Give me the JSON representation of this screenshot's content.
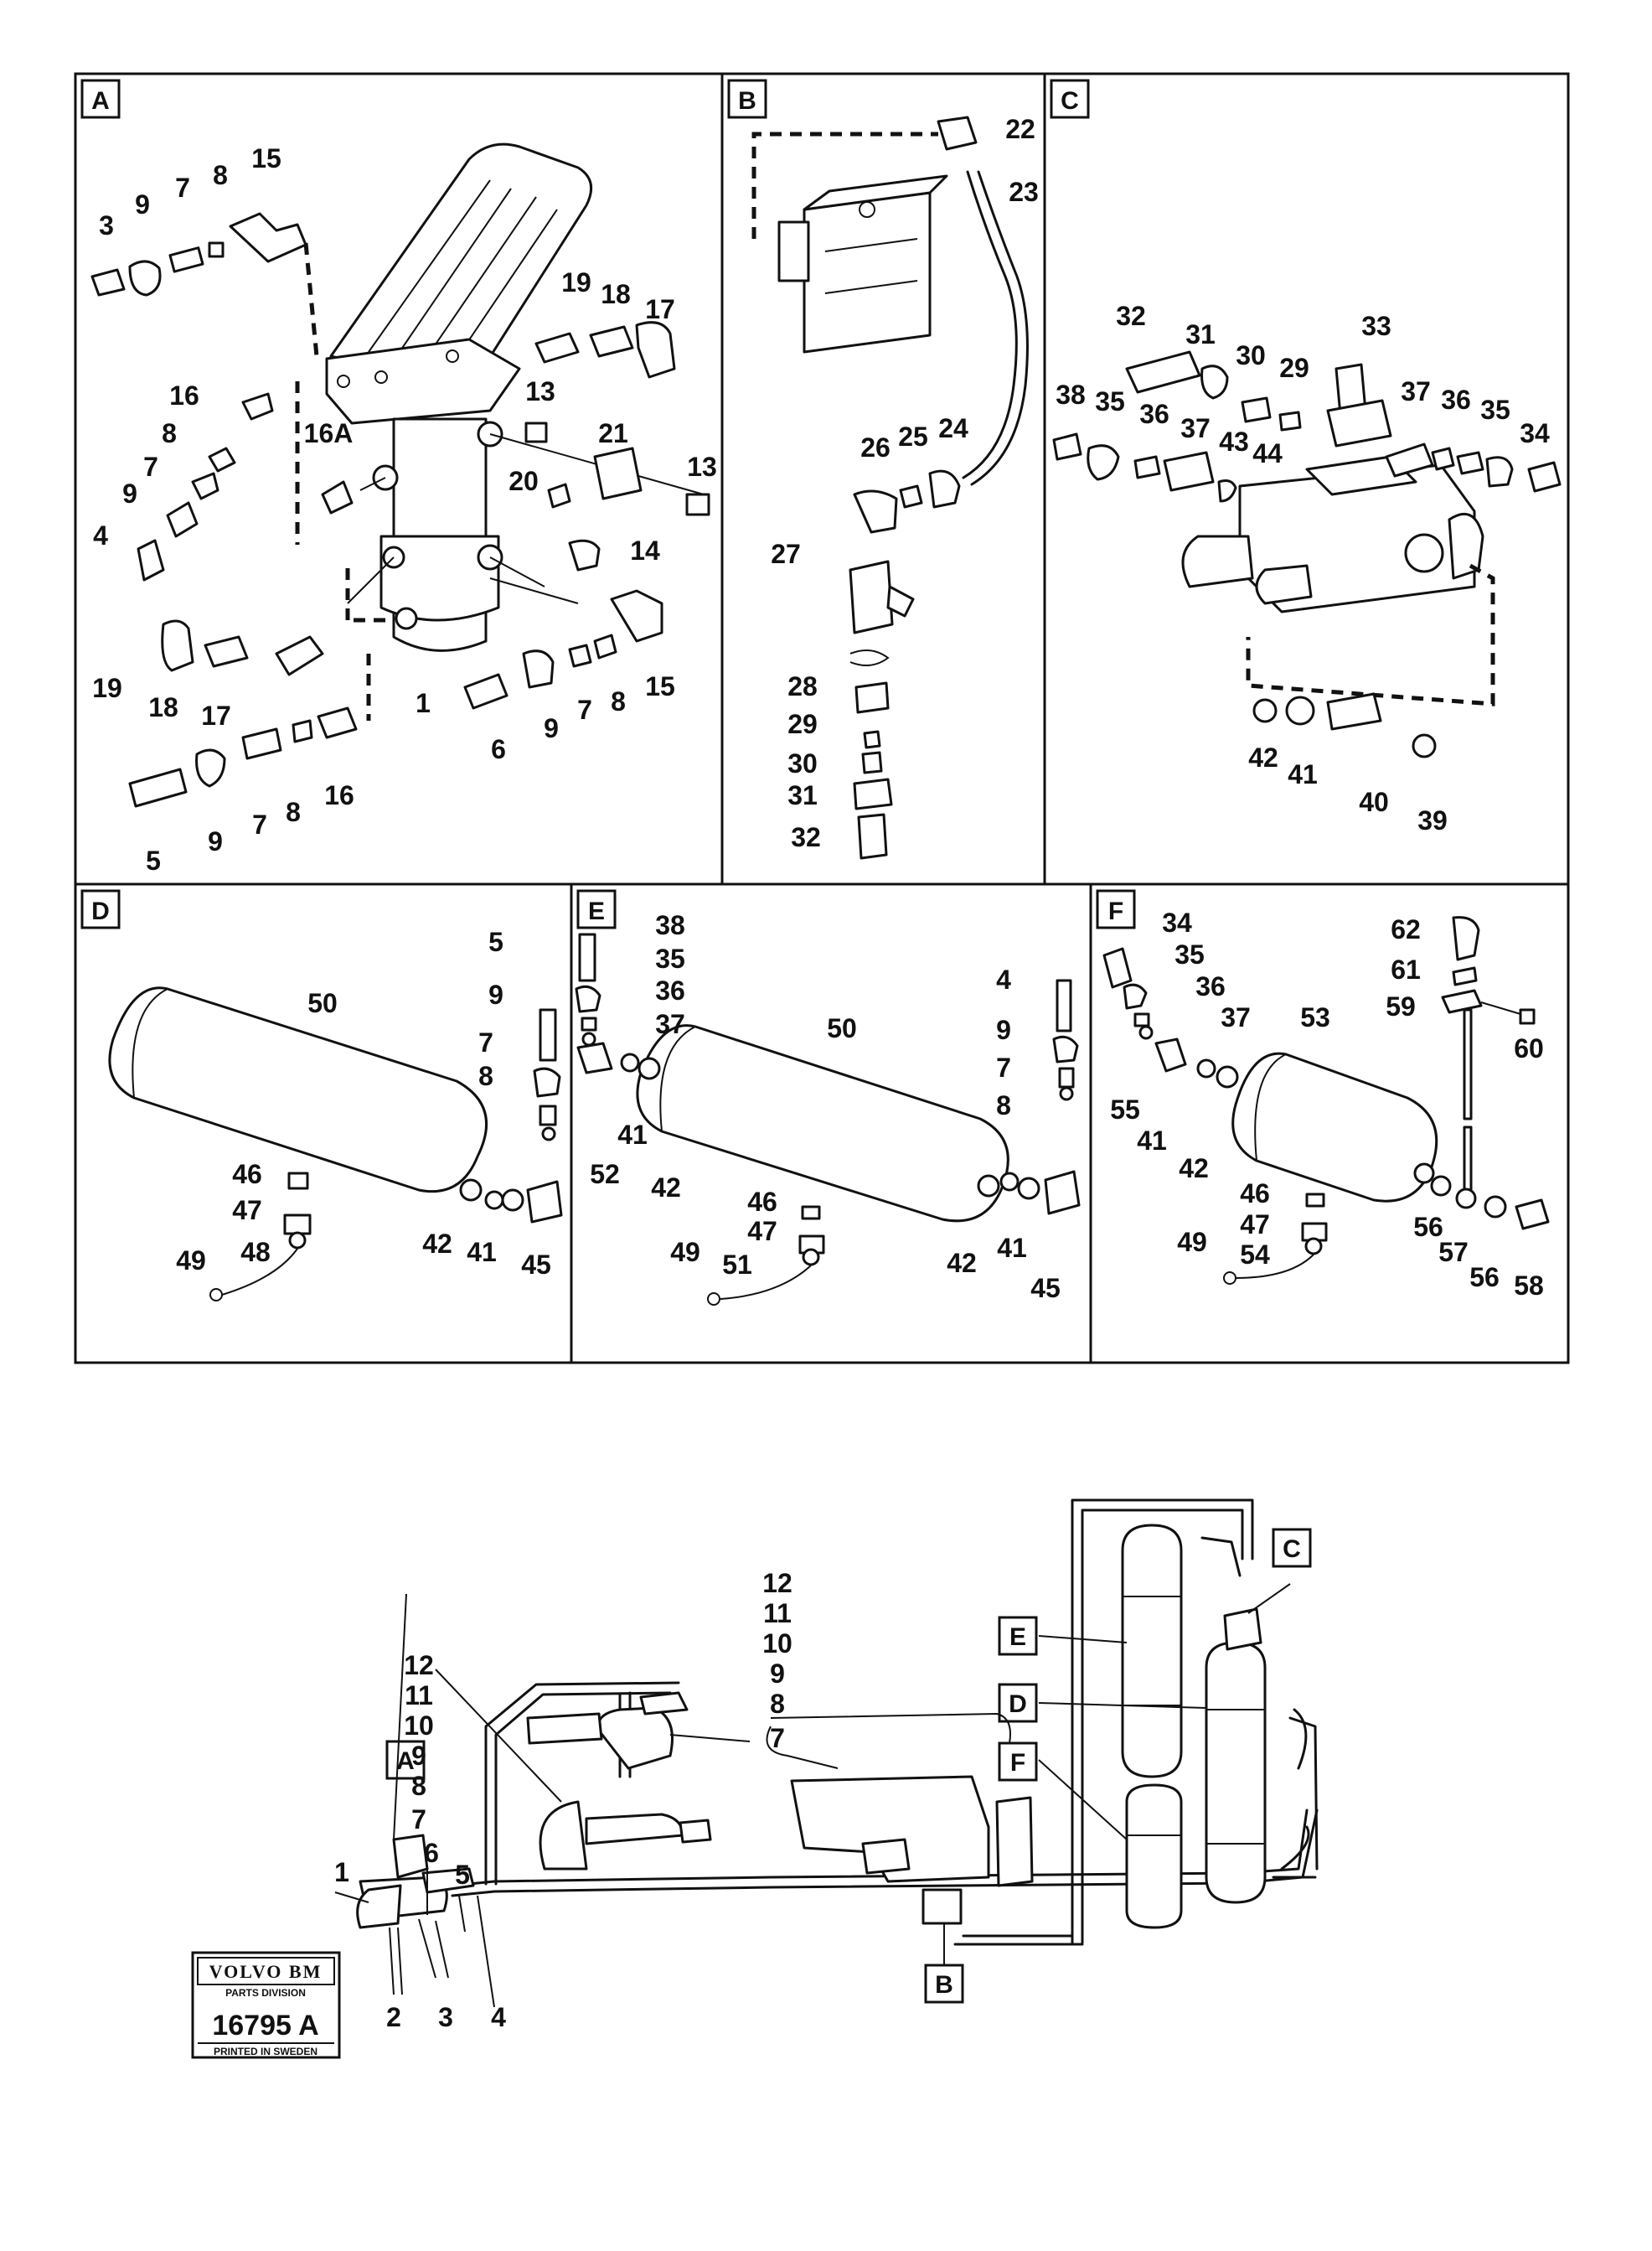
{
  "panels": [
    {
      "id": "A",
      "label": "A"
    },
    {
      "id": "B",
      "label": "B"
    },
    {
      "id": "C",
      "label": "C"
    },
    {
      "id": "D",
      "label": "D"
    },
    {
      "id": "E",
      "label": "E"
    },
    {
      "id": "F",
      "label": "F"
    }
  ],
  "callouts": {
    "A": [
      "3",
      "9",
      "7",
      "8",
      "15",
      "19",
      "18",
      "17",
      "13",
      "21",
      "13",
      "16",
      "8",
      "16A",
      "7",
      "20",
      "9",
      "4",
      "14",
      "19",
      "18",
      "17",
      "15",
      "1",
      "9",
      "7",
      "8",
      "6",
      "5",
      "9",
      "7",
      "8",
      "16"
    ],
    "B": [
      "22",
      "23",
      "26",
      "25",
      "24",
      "27",
      "28",
      "29",
      "30",
      "31",
      "32"
    ],
    "C": [
      "32",
      "31",
      "30",
      "29",
      "33",
      "38",
      "35",
      "36",
      "37",
      "43",
      "44",
      "37",
      "36",
      "35",
      "34",
      "42",
      "41",
      "40",
      "39"
    ],
    "D": [
      "50",
      "5",
      "9",
      "7",
      "8",
      "46",
      "47",
      "49",
      "48",
      "42",
      "41",
      "45"
    ],
    "E": [
      "38",
      "35",
      "36",
      "37",
      "50",
      "4",
      "9",
      "7",
      "8",
      "52",
      "41",
      "42",
      "46",
      "47",
      "49",
      "51",
      "42",
      "41",
      "45"
    ],
    "F": [
      "34",
      "35",
      "36",
      "37",
      "62",
      "61",
      "59",
      "60",
      "53",
      "55",
      "41",
      "42",
      "46",
      "47",
      "49",
      "54",
      "56",
      "57",
      "56",
      "58"
    ],
    "overview": [
      "12",
      "11",
      "10",
      "9",
      "8",
      "7",
      "12",
      "11",
      "10",
      "9",
      "8",
      "7",
      "1",
      "6",
      "5",
      "2",
      "3",
      "4"
    ]
  },
  "overview_tags": [
    "A",
    "B",
    "C",
    "D",
    "E",
    "F"
  ],
  "logo": {
    "brand": "VOLVO BM",
    "division": "PARTS DIVISION",
    "number": "16795 A",
    "footer": "PRINTED IN SWEDEN"
  }
}
